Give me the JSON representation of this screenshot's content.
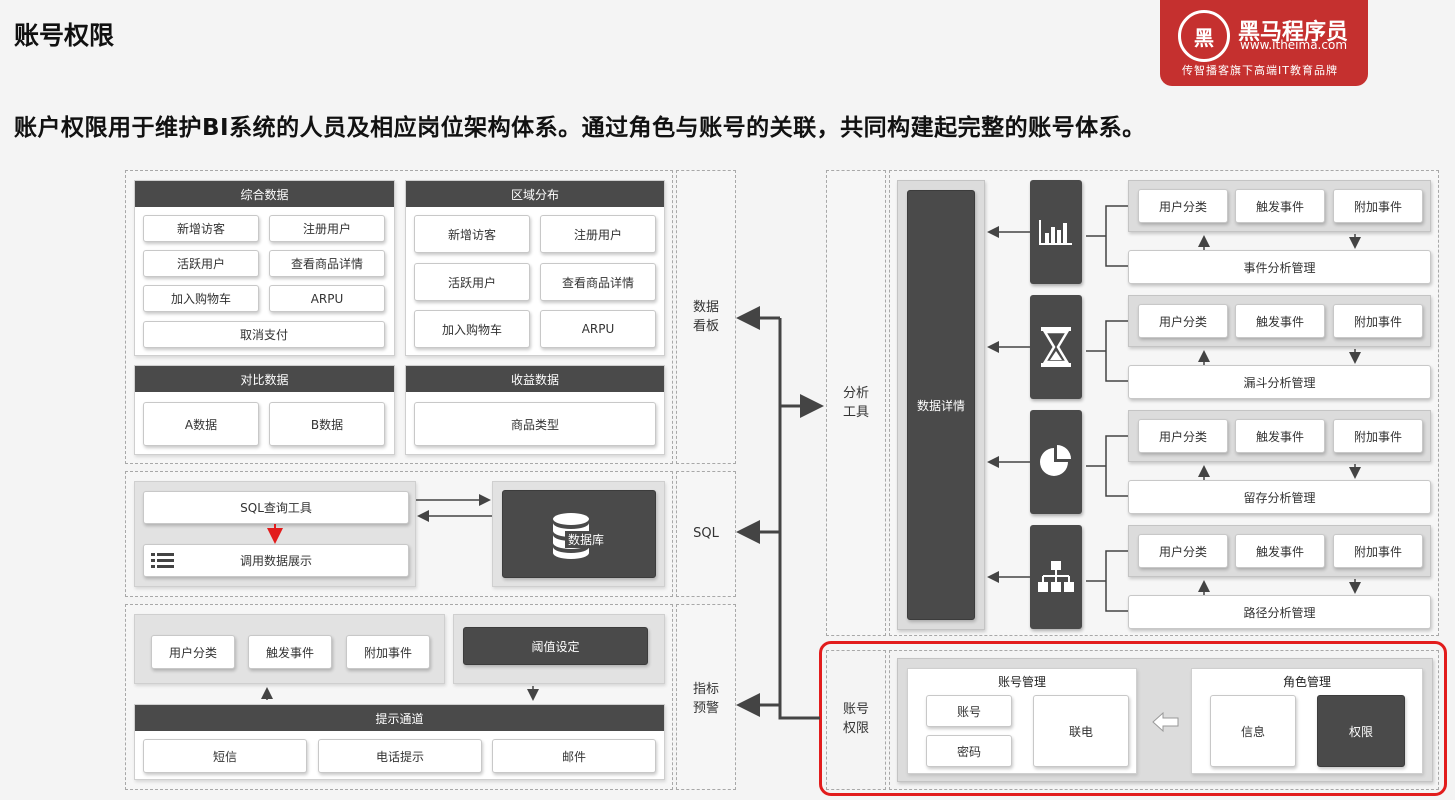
{
  "header": {
    "title": "账号权限",
    "subtitle": "账户权限用于维护BI系统的人员及相应岗位架构体系。通过角色与账号的关联，共同构建起完整的账号体系。"
  },
  "logo": {
    "mark": "黑",
    "name": "黑马程序员",
    "url": "www.itheima.com",
    "slogan": "传智播客旗下高端IT教育品牌"
  },
  "dashboard": {
    "label": "数据\n看板",
    "comprehensive": {
      "title": "综合数据",
      "items": [
        "新增访客",
        "注册用户",
        "活跃用户",
        "查看商品详情",
        "加入购物车",
        "ARPU",
        "取消支付"
      ]
    },
    "region": {
      "title": "区域分布",
      "items": [
        "新增访客",
        "注册用户",
        "活跃用户",
        "查看商品详情",
        "加入购物车",
        "ARPU"
      ]
    },
    "compare": {
      "title": "对比数据",
      "items": [
        "A数据",
        "B数据"
      ]
    },
    "revenue": {
      "title": "收益数据",
      "items": [
        "商品类型"
      ]
    }
  },
  "sql": {
    "label": "SQL",
    "query_tool": "SQL查询工具",
    "display": "调用数据展示",
    "database": "数据库"
  },
  "alert": {
    "label": "指标\n预警",
    "items": [
      "用户分类",
      "触发事件",
      "附加事件"
    ],
    "threshold": "阈值设定",
    "channel": {
      "title": "提示通道",
      "items": [
        "短信",
        "电话提示",
        "邮件"
      ]
    }
  },
  "analysis": {
    "label": "分析\n工具",
    "detail": "数据详情",
    "rows": [
      {
        "icon": "bar-chart-icon",
        "items": [
          "用户分类",
          "触发事件",
          "附加事件"
        ],
        "manager": "事件分析管理"
      },
      {
        "icon": "hourglass-icon",
        "items": [
          "用户分类",
          "触发事件",
          "附加事件"
        ],
        "manager": "漏斗分析管理"
      },
      {
        "icon": "pie-chart-icon",
        "items": [
          "用户分类",
          "触发事件",
          "附加事件"
        ],
        "manager": "留存分析管理"
      },
      {
        "icon": "hierarchy-icon",
        "items": [
          "用户分类",
          "触发事件",
          "附加事件"
        ],
        "manager": "路径分析管理"
      }
    ]
  },
  "account": {
    "label": "账号\n权限",
    "account_mgmt": {
      "title": "账号管理",
      "account": "账号",
      "password": "密码",
      "link": "联电"
    },
    "role_mgmt": {
      "title": "角色管理",
      "info": "信息",
      "permission": "权限"
    }
  },
  "colors": {
    "accent_red": "#e21c1c",
    "dark_block": "#4a4a4a",
    "brand_red": "#c5302f"
  }
}
